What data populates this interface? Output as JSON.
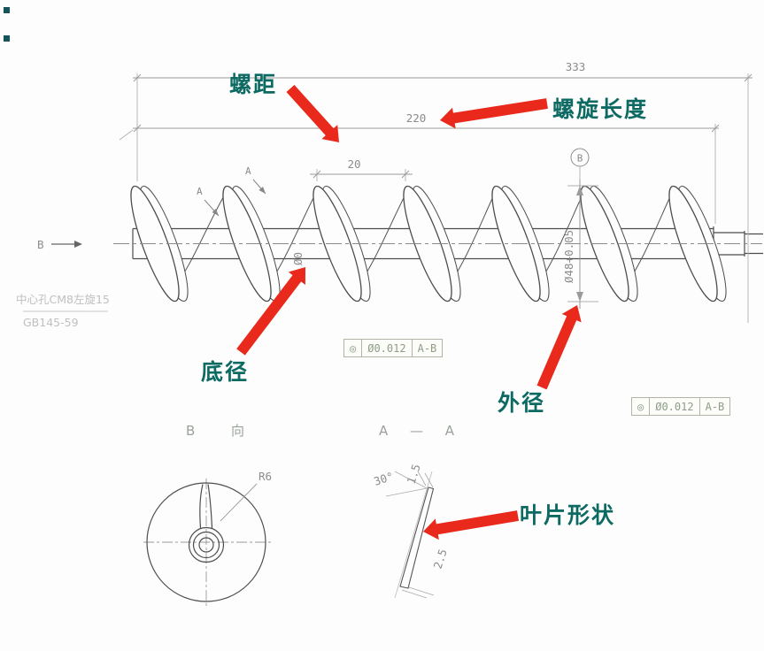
{
  "colors": {
    "callout_teal": "#0d6a63",
    "arrow_red": "#e8291c",
    "geometry_gray": "#4d4d4d",
    "dimension_gray": "#8c8c8c",
    "faint_gray": "#c0c0c0"
  },
  "callouts": {
    "pitch": "螺距",
    "helix_length": "螺旋长度",
    "root_diameter": "底径",
    "outer_diameter": "外径",
    "blade_shape": "叶片形状"
  },
  "dims": {
    "overall_length": "333",
    "helix_length": "220",
    "pitch": "20",
    "root_diameter": "Ø0",
    "outer_diameter": "Ø48+0.05",
    "hub_radius": "R6",
    "blade_angle": "30°",
    "blade_edge_thickness": "1.5",
    "blade_root_thickness": "2.5"
  },
  "tolerance_frames": {
    "frame1": {
      "symbol": "◎",
      "value": "Ø0.012",
      "datum": "A-B"
    },
    "frame2": {
      "symbol": "◎",
      "value": "Ø0.012",
      "datum": "A-B"
    }
  },
  "notes": {
    "center_hole": "中心孔CM8左旋15",
    "standard": "GB145-59"
  },
  "view_labels": {
    "b_view": "B 向",
    "section_aa": "A — A"
  },
  "markers": {
    "datum_b": "B",
    "view_b": "B",
    "section_a1": "A",
    "section_a2": "A"
  }
}
